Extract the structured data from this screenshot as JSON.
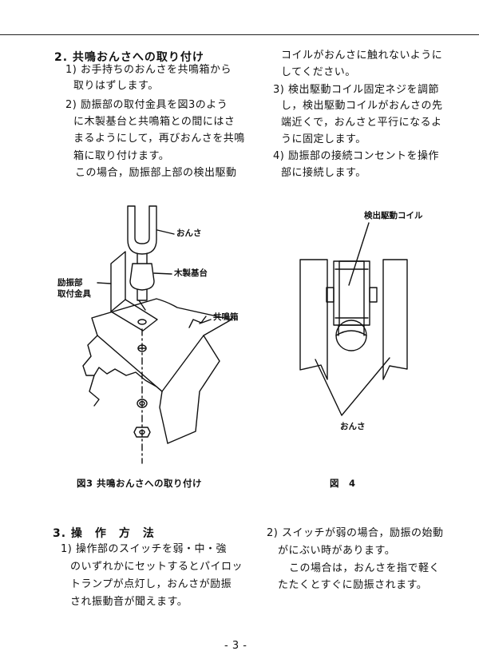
{
  "section2": {
    "heading": "2. 共鳴おんさへの取り付け",
    "left_lines": [
      "1) お手持ちのおんさを共鳴箱から",
      "取りはずします。",
      "2) 励振部の取付金具を図3のよう",
      "に木製基台と共鳴箱との間にはさ",
      "まるようにして，再びおんさを共鳴",
      "箱に取り付けます。",
      "この場合，励振部上部の検出駆動"
    ],
    "right_lines": [
      "コイルがおんさに触れないように",
      "してください。",
      "3) 検出駆動コイル固定ネジを調節",
      "し，検出駆動コイルがおんさの先",
      "端近くで，おんさと平行になるよ",
      "うに固定します。",
      "4) 励振部の接続コンセントを操作",
      "部に接続します。"
    ]
  },
  "figure3": {
    "caption": "図3  共鳴おんさへの取り付け",
    "labels": {
      "tuning_fork": "おんさ",
      "wooden_base": "木製基台",
      "bracket_line1": "励振部",
      "bracket_line2": "取付金具",
      "resonance_box": "共鳴箱"
    }
  },
  "figure4": {
    "caption": "図　4",
    "labels": {
      "coil": "検出駆動コイル",
      "tuning_fork": "おんさ"
    }
  },
  "section3": {
    "heading": "3. 操　作　方　法",
    "left_lines": [
      "1) 操作部のスイッチを弱・中・強",
      "のいずれかにセットするとパイロッ",
      "トランプが点灯し，おんさが励振",
      "され振動音が聞えます。"
    ],
    "right_lines": [
      "2) スイッチが弱の場合，励振の始動",
      "がにぶい時があります。",
      "この場合は，おんさを指で軽く",
      "たたくとすぐに励振されます。"
    ]
  },
  "page_number": "- 3 -"
}
